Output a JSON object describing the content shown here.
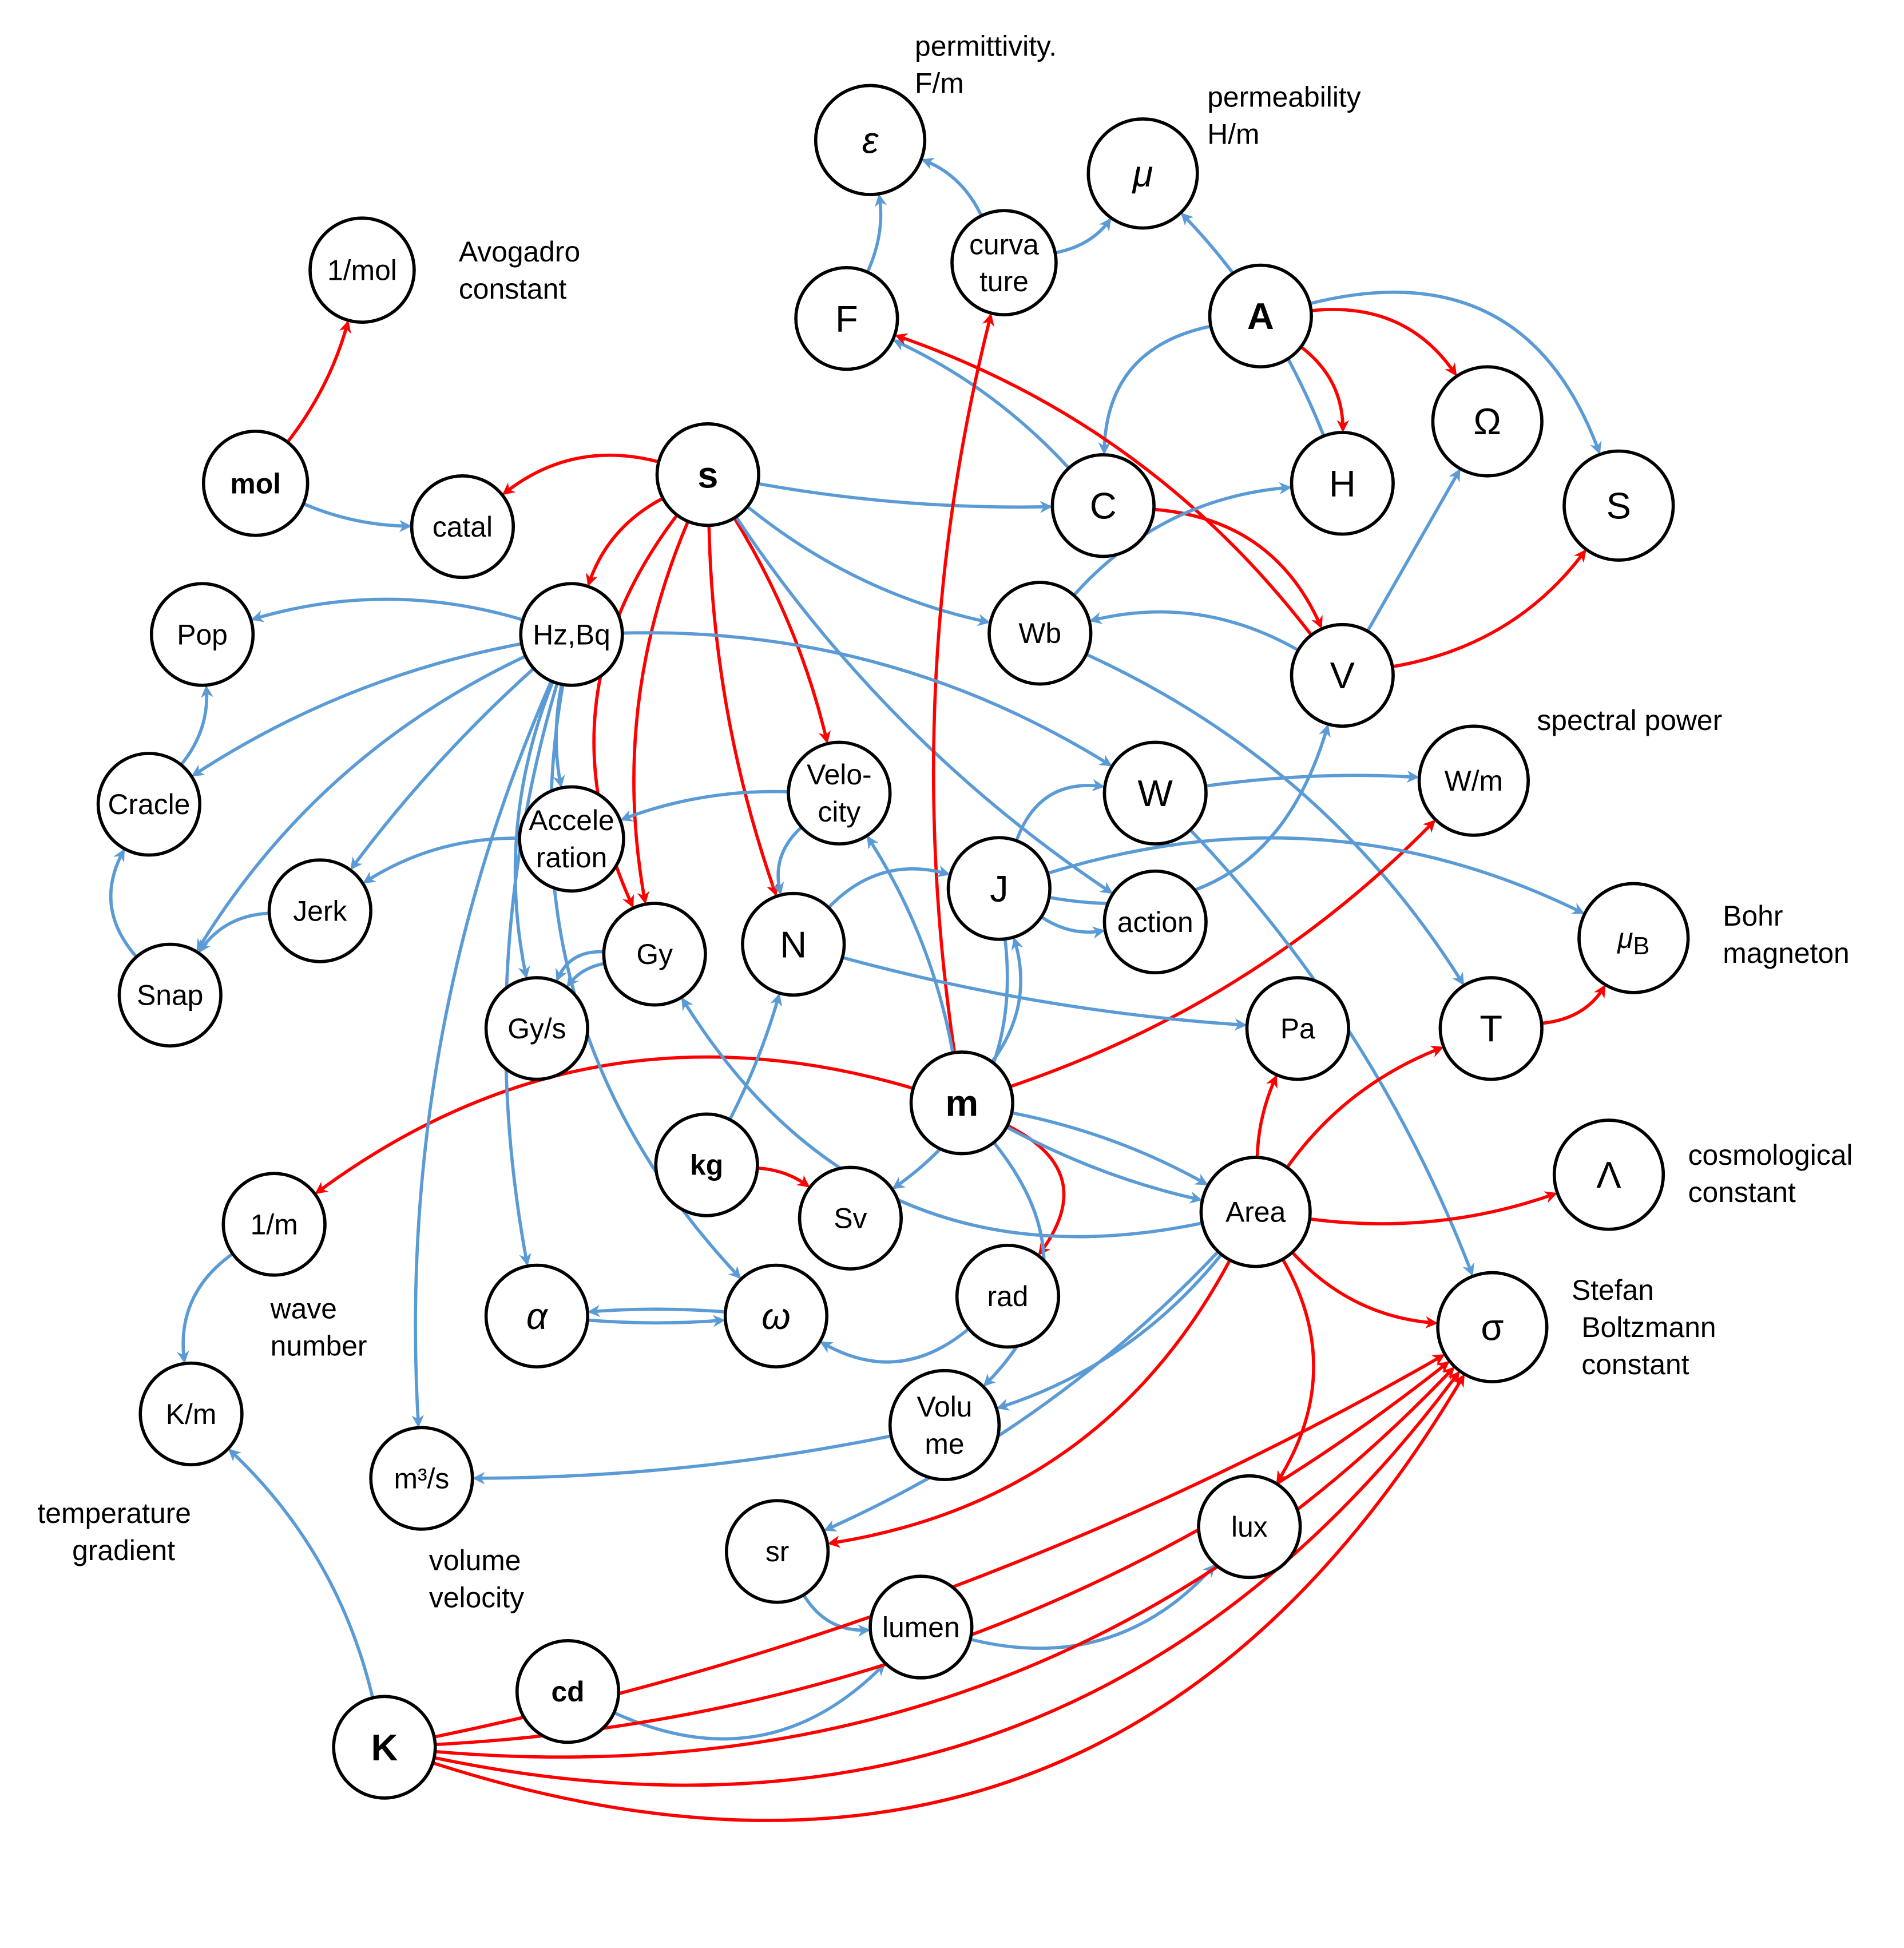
{
  "colors": {
    "derivation": "#ff0000",
    "dependency": "#5b9bd5",
    "node_stroke": "#000000",
    "node_fill": "#ffffff"
  },
  "legend_colors_meaning": "",
  "nodes": [
    {
      "id": "eps",
      "label": "ε",
      "italic": true
    },
    {
      "id": "mu",
      "label": "μ",
      "italic": true
    },
    {
      "id": "curv",
      "label": "curva\nture"
    },
    {
      "id": "F",
      "label": "F"
    },
    {
      "id": "A",
      "label": "A",
      "bold": true
    },
    {
      "id": "inv_mol",
      "label": "1/mol"
    },
    {
      "id": "mol",
      "label": "mol",
      "bold": true
    },
    {
      "id": "catal",
      "label": "catal"
    },
    {
      "id": "s",
      "label": "s",
      "bold": true
    },
    {
      "id": "C",
      "label": "C"
    },
    {
      "id": "H",
      "label": "H"
    },
    {
      "id": "Omega",
      "label": "Ω"
    },
    {
      "id": "S",
      "label": "S"
    },
    {
      "id": "Pop",
      "label": "Pop"
    },
    {
      "id": "HzBq",
      "label": "Hz,Bq"
    },
    {
      "id": "Wb",
      "label": "Wb"
    },
    {
      "id": "V",
      "label": "V"
    },
    {
      "id": "Cracle",
      "label": "Cracle"
    },
    {
      "id": "Accel",
      "label": "Accele\nration"
    },
    {
      "id": "Velo",
      "label": "Velo-\ncity"
    },
    {
      "id": "W",
      "label": "W"
    },
    {
      "id": "Wm",
      "label": "W/m"
    },
    {
      "id": "Jerk",
      "label": "Jerk"
    },
    {
      "id": "J",
      "label": "J"
    },
    {
      "id": "action",
      "label": "action"
    },
    {
      "id": "muB",
      "label": "μB",
      "italic": true
    },
    {
      "id": "Snap",
      "label": "Snap"
    },
    {
      "id": "Gy",
      "label": "Gy"
    },
    {
      "id": "N",
      "label": "N"
    },
    {
      "id": "Gys",
      "label": "Gy/s"
    },
    {
      "id": "Pa",
      "label": "Pa"
    },
    {
      "id": "T",
      "label": "T"
    },
    {
      "id": "m",
      "label": "m",
      "bold": true
    },
    {
      "id": "kg",
      "label": "kg",
      "bold": true
    },
    {
      "id": "Sv",
      "label": "Sv"
    },
    {
      "id": "inv_m",
      "label": "1/m"
    },
    {
      "id": "Area",
      "label": "Area"
    },
    {
      "id": "Lambda",
      "label": "Λ"
    },
    {
      "id": "alpha",
      "label": "α",
      "italic": true
    },
    {
      "id": "omega",
      "label": "ω",
      "italic": true
    },
    {
      "id": "rad",
      "label": "rad"
    },
    {
      "id": "sigma",
      "label": "σ"
    },
    {
      "id": "Km",
      "label": "K/m"
    },
    {
      "id": "Volume",
      "label": "Volu\nme"
    },
    {
      "id": "m3s",
      "label": "m³/s"
    },
    {
      "id": "lux",
      "label": "lux"
    },
    {
      "id": "sr",
      "label": "sr"
    },
    {
      "id": "lumen",
      "label": "lumen"
    },
    {
      "id": "cd",
      "label": "cd",
      "bold": true
    },
    {
      "id": "K",
      "label": "K",
      "bold": true
    }
  ],
  "annotations": [
    {
      "id": "ann-permittivity",
      "lines": [
        "permittivity.",
        "F/m"
      ]
    },
    {
      "id": "ann-permeability",
      "lines": [
        "permeability",
        "H/m"
      ]
    },
    {
      "id": "ann-avogadro",
      "lines": [
        "Avogadro",
        "constant"
      ]
    },
    {
      "id": "ann-spectral",
      "lines": [
        "spectral power"
      ]
    },
    {
      "id": "ann-bohr",
      "lines": [
        "Bohr",
        "magneton"
      ]
    },
    {
      "id": "ann-cosmo",
      "lines": [
        "cosmological",
        "constant"
      ]
    },
    {
      "id": "ann-stefan",
      "lines": [
        "Stefan",
        "Boltzmann",
        "constant"
      ]
    },
    {
      "id": "ann-wavenumber",
      "lines": [
        "wave",
        "number"
      ]
    },
    {
      "id": "ann-tempgrad",
      "lines": [
        "temperature",
        "gradient"
      ]
    },
    {
      "id": "ann-volvel",
      "lines": [
        "volume",
        "velocity"
      ]
    }
  ],
  "edges": [
    {
      "from": "mol",
      "to": "inv_mol",
      "kind": "derivation"
    },
    {
      "from": "mol",
      "to": "catal",
      "kind": "dependency"
    },
    {
      "from": "s",
      "to": "catal",
      "kind": "derivation"
    },
    {
      "from": "s",
      "to": "HzBq",
      "kind": "derivation"
    },
    {
      "from": "s",
      "to": "Gy",
      "kind": "derivation"
    },
    {
      "from": "s",
      "to": "Gy",
      "kind": "derivation"
    },
    {
      "from": "s",
      "to": "N",
      "kind": "derivation"
    },
    {
      "from": "s",
      "to": "Velo",
      "kind": "derivation"
    },
    {
      "from": "s",
      "to": "C",
      "kind": "dependency"
    },
    {
      "from": "s",
      "to": "Wb",
      "kind": "dependency"
    },
    {
      "from": "s",
      "to": "action",
      "kind": "dependency"
    },
    {
      "from": "A",
      "to": "H",
      "kind": "derivation"
    },
    {
      "from": "A",
      "to": "Omega",
      "kind": "derivation"
    },
    {
      "from": "A",
      "to": "S",
      "kind": "dependency"
    },
    {
      "from": "A",
      "to": "C",
      "kind": "dependency"
    },
    {
      "from": "F",
      "to": "eps",
      "kind": "dependency"
    },
    {
      "from": "curv",
      "to": "eps",
      "kind": "dependency"
    },
    {
      "from": "curv",
      "to": "mu",
      "kind": "dependency"
    },
    {
      "from": "H",
      "to": "mu",
      "kind": "dependency"
    },
    {
      "from": "C",
      "to": "F",
      "kind": "dependency"
    },
    {
      "from": "C",
      "to": "V",
      "kind": "derivation"
    },
    {
      "from": "V",
      "to": "F",
      "kind": "derivation"
    },
    {
      "from": "V",
      "to": "S",
      "kind": "derivation"
    },
    {
      "from": "V",
      "to": "Omega",
      "kind": "dependency"
    },
    {
      "from": "V",
      "to": "Wb",
      "kind": "dependency"
    },
    {
      "from": "Wb",
      "to": "H",
      "kind": "dependency"
    },
    {
      "from": "Wb",
      "to": "T",
      "kind": "dependency"
    },
    {
      "from": "m",
      "to": "curv",
      "kind": "derivation"
    },
    {
      "from": "m",
      "to": "Wm",
      "kind": "derivation"
    },
    {
      "from": "m",
      "to": "inv_m",
      "kind": "derivation"
    },
    {
      "from": "m",
      "to": "rad",
      "kind": "derivation"
    },
    {
      "from": "m",
      "to": "Area",
      "kind": "dependency"
    },
    {
      "from": "m",
      "to": "Area",
      "kind": "dependency"
    },
    {
      "from": "m",
      "to": "Volume",
      "kind": "dependency"
    },
    {
      "from": "m",
      "to": "Velo",
      "kind": "dependency"
    },
    {
      "from": "m",
      "to": "J",
      "kind": "dependency"
    },
    {
      "from": "HzBq",
      "to": "Pop",
      "kind": "dependency"
    },
    {
      "from": "HzBq",
      "to": "Cracle",
      "kind": "dependency"
    },
    {
      "from": "HzBq",
      "to": "Jerk",
      "kind": "dependency"
    },
    {
      "from": "HzBq",
      "to": "Snap",
      "kind": "dependency"
    },
    {
      "from": "HzBq",
      "to": "Accel",
      "kind": "dependency"
    },
    {
      "from": "HzBq",
      "to": "Gys",
      "kind": "dependency"
    },
    {
      "from": "HzBq",
      "to": "alpha",
      "kind": "dependency"
    },
    {
      "from": "HzBq",
      "to": "omega",
      "kind": "dependency"
    },
    {
      "from": "HzBq",
      "to": "m3s",
      "kind": "dependency"
    },
    {
      "from": "HzBq",
      "to": "W",
      "kind": "dependency"
    },
    {
      "from": "Cracle",
      "to": "Pop",
      "kind": "dependency"
    },
    {
      "from": "Snap",
      "to": "Cracle",
      "kind": "dependency"
    },
    {
      "from": "Jerk",
      "to": "Snap",
      "kind": "dependency"
    },
    {
      "from": "Accel",
      "to": "Jerk",
      "kind": "dependency"
    },
    {
      "from": "Velo",
      "to": "Accel",
      "kind": "dependency"
    },
    {
      "from": "Velo",
      "to": "N",
      "kind": "dependency"
    },
    {
      "from": "N",
      "to": "J",
      "kind": "dependency"
    },
    {
      "from": "N",
      "to": "Pa",
      "kind": "dependency"
    },
    {
      "from": "J",
      "to": "W",
      "kind": "dependency"
    },
    {
      "from": "J",
      "to": "action",
      "kind": "dependency"
    },
    {
      "from": "J",
      "to": "muB",
      "kind": "dependency"
    },
    {
      "from": "J",
      "to": "V",
      "kind": "dependency"
    },
    {
      "from": "J",
      "to": "Sv",
      "kind": "dependency"
    },
    {
      "from": "W",
      "to": "Wm",
      "kind": "dependency"
    },
    {
      "from": "W",
      "to": "sigma",
      "kind": "dependency"
    },
    {
      "from": "T",
      "to": "muB",
      "kind": "derivation"
    },
    {
      "from": "Gy",
      "to": "Gys",
      "kind": "dependency"
    },
    {
      "from": "Gy",
      "to": "Gys",
      "kind": "dependency"
    },
    {
      "from": "Area",
      "to": "Gy",
      "kind": "dependency"
    },
    {
      "from": "kg",
      "to": "Sv",
      "kind": "derivation"
    },
    {
      "from": "kg",
      "to": "N",
      "kind": "dependency"
    },
    {
      "from": "Area",
      "to": "Pa",
      "kind": "derivation"
    },
    {
      "from": "Area",
      "to": "T",
      "kind": "derivation"
    },
    {
      "from": "Area",
      "to": "Lambda",
      "kind": "derivation"
    },
    {
      "from": "Area",
      "to": "sigma",
      "kind": "derivation"
    },
    {
      "from": "Area",
      "to": "lux",
      "kind": "derivation"
    },
    {
      "from": "Area",
      "to": "sr",
      "kind": "derivation"
    },
    {
      "from": "Area",
      "to": "sr",
      "kind": "dependency"
    },
    {
      "from": "Area",
      "to": "Volume",
      "kind": "dependency"
    },
    {
      "from": "inv_m",
      "to": "Km",
      "kind": "dependency"
    },
    {
      "from": "K",
      "to": "Km",
      "kind": "dependency"
    },
    {
      "from": "omega",
      "to": "alpha",
      "kind": "dependency"
    },
    {
      "from": "alpha",
      "to": "omega",
      "kind": "dependency"
    },
    {
      "from": "rad",
      "to": "omega",
      "kind": "dependency"
    },
    {
      "from": "Volume",
      "to": "m3s",
      "kind": "dependency"
    },
    {
      "from": "sr",
      "to": "lumen",
      "kind": "dependency"
    },
    {
      "from": "cd",
      "to": "lumen",
      "kind": "dependency"
    },
    {
      "from": "lumen",
      "to": "lux",
      "kind": "dependency"
    },
    {
      "from": "K",
      "to": "sigma",
      "kind": "derivation"
    },
    {
      "from": "K",
      "to": "sigma",
      "kind": "derivation"
    },
    {
      "from": "K",
      "to": "sigma",
      "kind": "derivation"
    },
    {
      "from": "K",
      "to": "sigma",
      "kind": "derivation"
    },
    {
      "from": "K",
      "to": "sigma",
      "kind": "derivation"
    }
  ]
}
